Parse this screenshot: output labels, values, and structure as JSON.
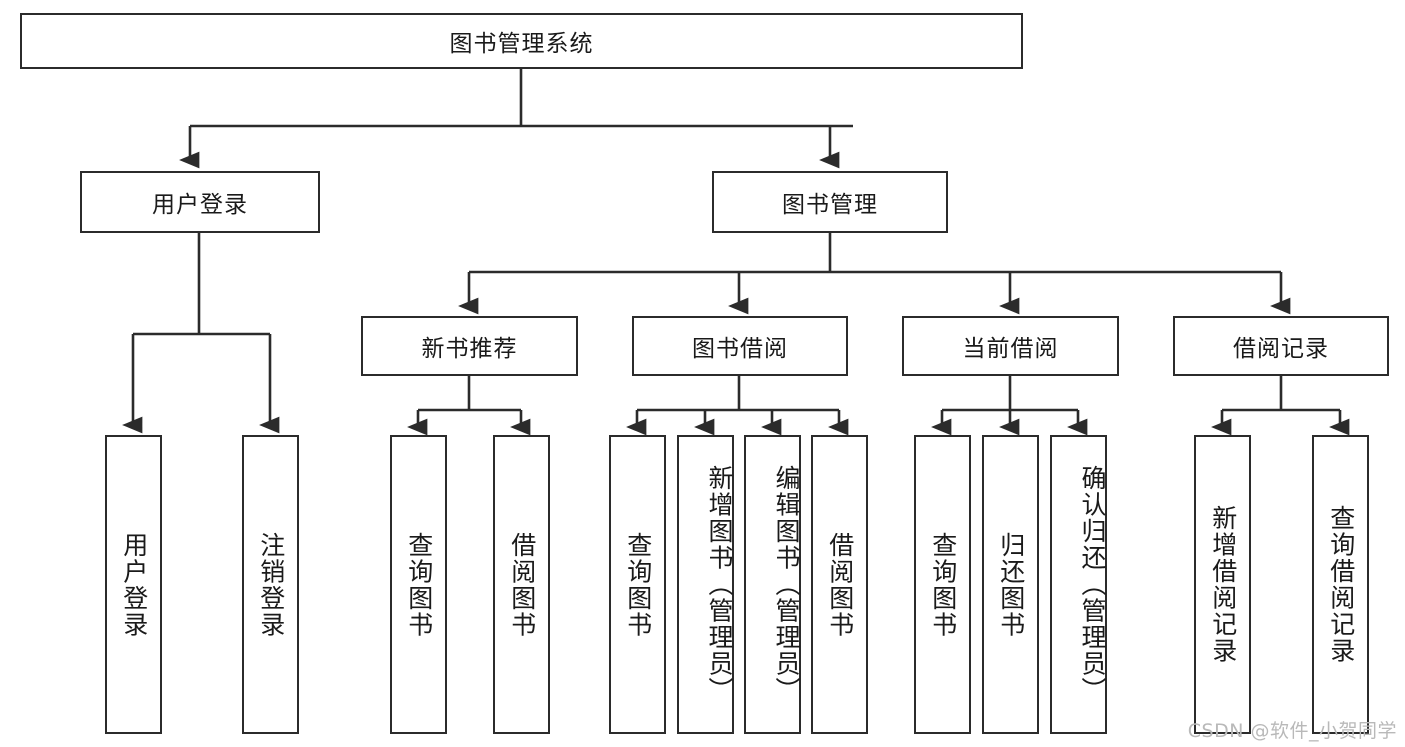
{
  "diagram": {
    "title": "图书管理系统",
    "watermark": "CSDN @软件_小贺同学",
    "colors": {
      "stroke": "#2b2b2b",
      "fill": "#ffffff",
      "text": "#1a1a1a",
      "watermark": "#b9b9b9"
    },
    "root": {
      "label": "图书管理系统"
    },
    "level2": [
      {
        "id": "user-login",
        "label": "用户登录"
      },
      {
        "id": "book-management",
        "label": "图书管理"
      }
    ],
    "level3": [
      {
        "id": "new-book-recommend",
        "label": "新书推荐"
      },
      {
        "id": "book-borrow",
        "label": "图书借阅"
      },
      {
        "id": "current-borrow",
        "label": "当前借阅"
      },
      {
        "id": "borrow-record",
        "label": "借阅记录"
      }
    ],
    "leaves": {
      "user_login": [
        {
          "id": "leaf-user-login",
          "label": "用户登录"
        },
        {
          "id": "leaf-logout",
          "label": "注销登录"
        }
      ],
      "new_book_recommend": [
        {
          "id": "leaf-query-book-1",
          "label": "查询图书"
        },
        {
          "id": "leaf-borrow-book-1",
          "label": "借阅图书"
        }
      ],
      "book_borrow": [
        {
          "id": "leaf-query-book-2",
          "label": "查询图书"
        },
        {
          "id": "leaf-add-book",
          "label": "新增图书（管理员）"
        },
        {
          "id": "leaf-edit-book",
          "label": "编辑图书（管理员）"
        },
        {
          "id": "leaf-borrow-book-2",
          "label": "借阅图书"
        }
      ],
      "current_borrow": [
        {
          "id": "leaf-query-book-3",
          "label": "查询图书"
        },
        {
          "id": "leaf-return-book",
          "label": "归还图书"
        },
        {
          "id": "leaf-confirm-return",
          "label": "确认归还（管理员）"
        }
      ],
      "borrow_record": [
        {
          "id": "leaf-add-record",
          "label": "新增借阅记录"
        },
        {
          "id": "leaf-query-record",
          "label": "查询借阅记录"
        }
      ]
    }
  }
}
